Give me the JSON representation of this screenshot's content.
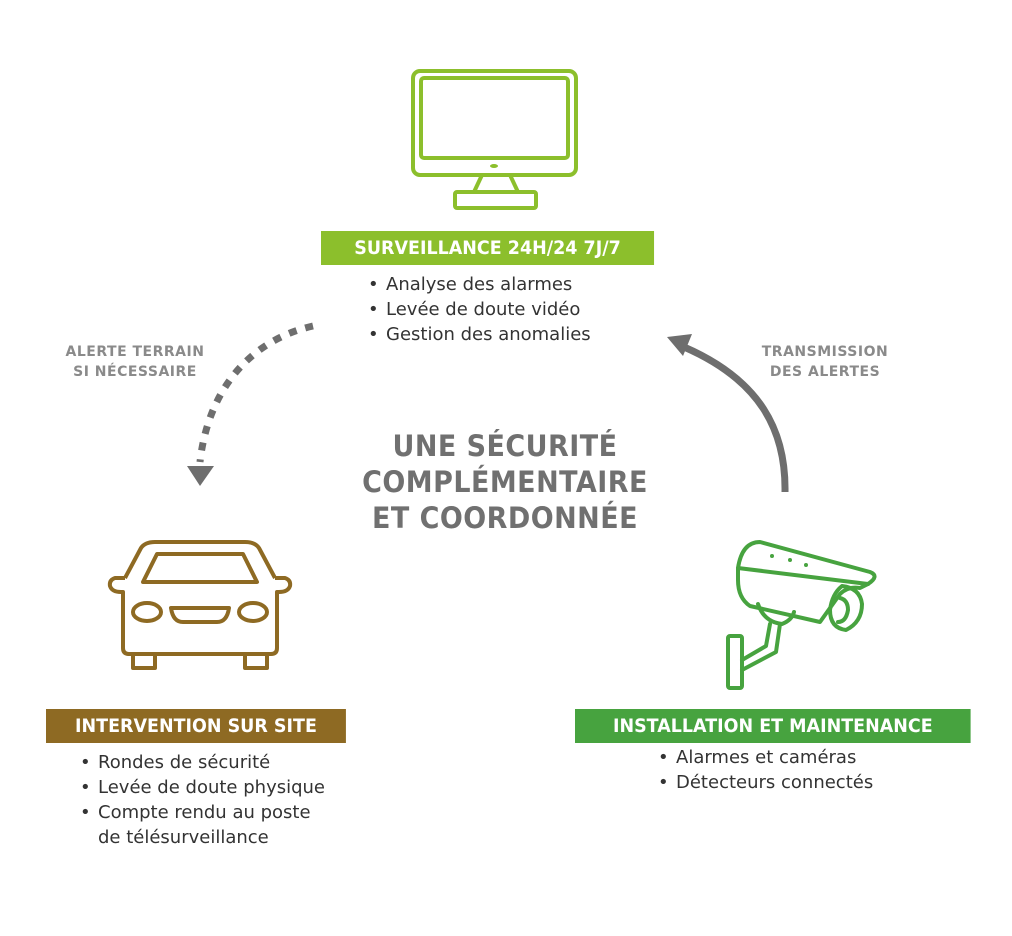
{
  "center": {
    "title_lines": [
      "UNE SÉCURITÉ",
      "COMPLÉMENTAIRE",
      "ET COORDONNÉE"
    ]
  },
  "colors": {
    "surveillance": "#8cbf2c",
    "intervention": "#8e6a23",
    "installation": "#47a33f",
    "arrow": "#6e6e6e",
    "note_text": "#8a8a8a",
    "body_text": "#333333"
  },
  "nodes": {
    "surveillance": {
      "icon": "monitor-icon",
      "title": "SURVEILLANCE 24H/24 7J/7",
      "items": [
        "Analyse des alarmes",
        "Levée de doute vidéo",
        "Gestion des anomalies"
      ]
    },
    "intervention": {
      "icon": "car-icon",
      "title": "INTERVENTION SUR SITE",
      "items": [
        "Rondes de sécurité",
        "Levée de doute physique",
        "Compte rendu au poste",
        "de télésurveillance"
      ]
    },
    "installation": {
      "icon": "security-camera-icon",
      "title": "INSTALLATION ET MAINTENANCE",
      "items": [
        "Alarmes et caméras",
        "Détecteurs connectés"
      ]
    }
  },
  "arrows": {
    "left": {
      "style": "dashed",
      "label_lines": [
        "ALERTE TERRAIN",
        "SI NÉCESSAIRE"
      ]
    },
    "right": {
      "style": "solid",
      "label_lines": [
        "TRANSMISSION",
        "DES ALERTES"
      ]
    }
  },
  "bullet": "•"
}
